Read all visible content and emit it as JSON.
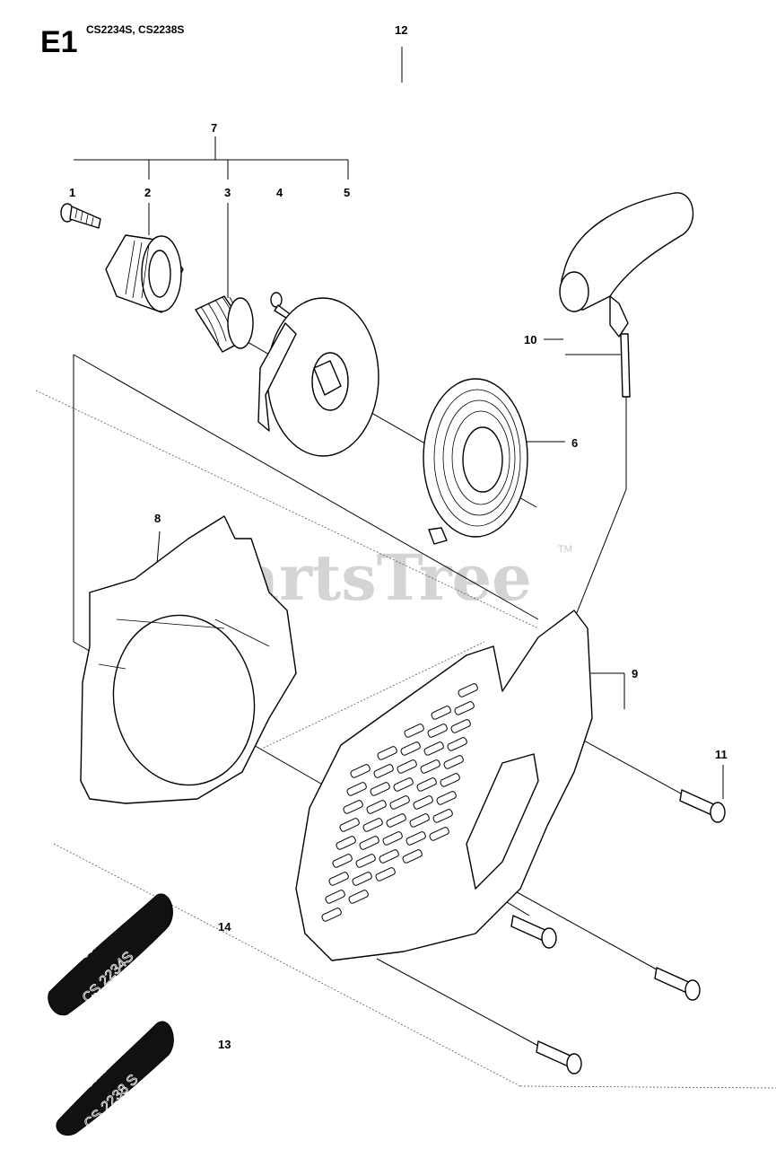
{
  "header": {
    "section_code": "E1",
    "models": "CS2234S, CS2238S"
  },
  "callouts": {
    "c1": "1",
    "c2": "2",
    "c3": "3",
    "c4": "4",
    "c5": "5",
    "c6": "6",
    "c7": "7",
    "c8": "8",
    "c9": "9",
    "c10": "10",
    "c11": "11",
    "c12": "12",
    "c13": "13",
    "c14": "14"
  },
  "watermark": {
    "text": "PartsTree",
    "trademark": "TM",
    "color": "#cfcfcf"
  },
  "decals": {
    "decal14": {
      "brand": "Jonsered",
      "model": "CS 2234S"
    },
    "decal13": {
      "brand": "Jonsered",
      "model": "CS 2238 S"
    }
  },
  "colors": {
    "line": "#000000",
    "decal_bg": "#111111",
    "decal_text": "#ffffff"
  }
}
